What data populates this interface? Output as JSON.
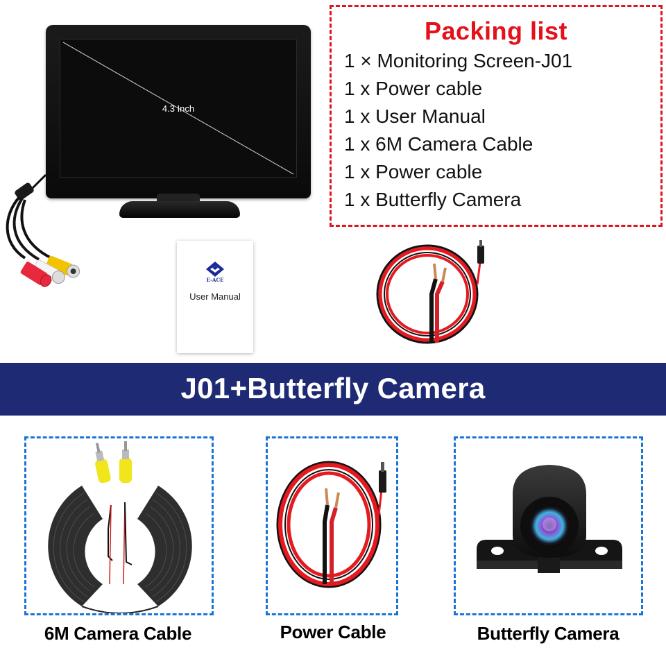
{
  "monitor": {
    "screen_label": "4.3 Inch"
  },
  "packing_list": {
    "title": "Packing list",
    "items": [
      "1 × Monitoring Screen-J01",
      "1 x Power cable",
      "1 x User Manual",
      "1 x 6M Camera Cable",
      "1 x Power cable",
      "1 x Butterfly Camera"
    ]
  },
  "manual": {
    "brand": "E-ACE",
    "title": "User Manual"
  },
  "banner": {
    "title": "J01+Butterfly Camera"
  },
  "cards": [
    {
      "label": "6M Camera Cable"
    },
    {
      "label": "Power Cable"
    },
    {
      "label": "Butterfly Camera"
    }
  ],
  "colors": {
    "accent_red": "#e4101a",
    "banner_navy": "#1f2a75",
    "card_border_blue": "#1a74d8",
    "packing_border_red": "#e0141e"
  }
}
